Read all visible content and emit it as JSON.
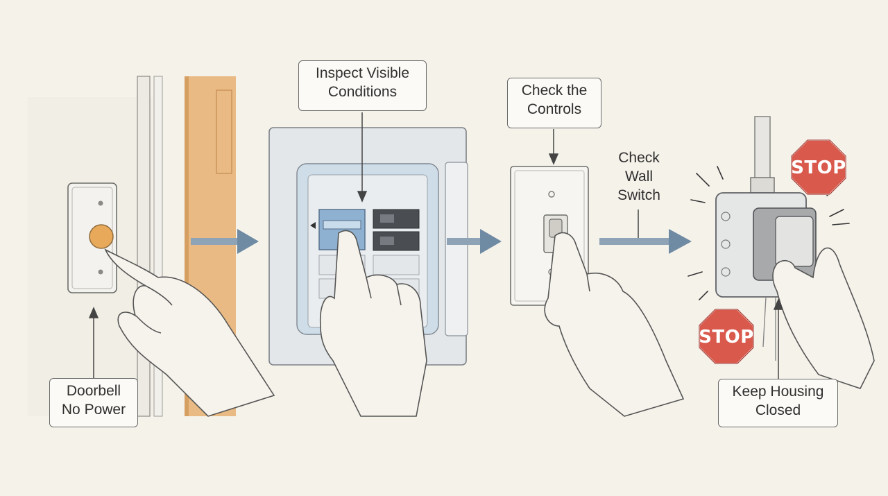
{
  "steps": [
    {
      "label_lines": [
        "Doorbell",
        "No Power"
      ]
    },
    {
      "label_lines": [
        "Inspect Visible",
        "Conditions"
      ]
    },
    {
      "label_lines": [
        "Check the",
        "Controls"
      ]
    },
    {
      "label_lines": [
        "Check",
        "Wall",
        "Switch"
      ]
    },
    {
      "label_lines": [
        "Keep Housing",
        "Closed"
      ]
    }
  ],
  "stop_signs": [
    {
      "text": "STOP"
    },
    {
      "text": "STOP"
    }
  ],
  "colors": {
    "background": "#f5f2ea",
    "arrow_blue": "#6f8aa3",
    "stop_red": "#d9594c",
    "breaker_blue": "#8fb1d1",
    "doorbell_button": "#e8a95a",
    "wood": "#e6b071"
  },
  "icons": [
    "doorbell-icon",
    "hand-icon",
    "breaker-panel-icon",
    "wall-switch-icon",
    "junction-box-icon",
    "stop-sign-icon",
    "arrow-right-icon"
  ]
}
